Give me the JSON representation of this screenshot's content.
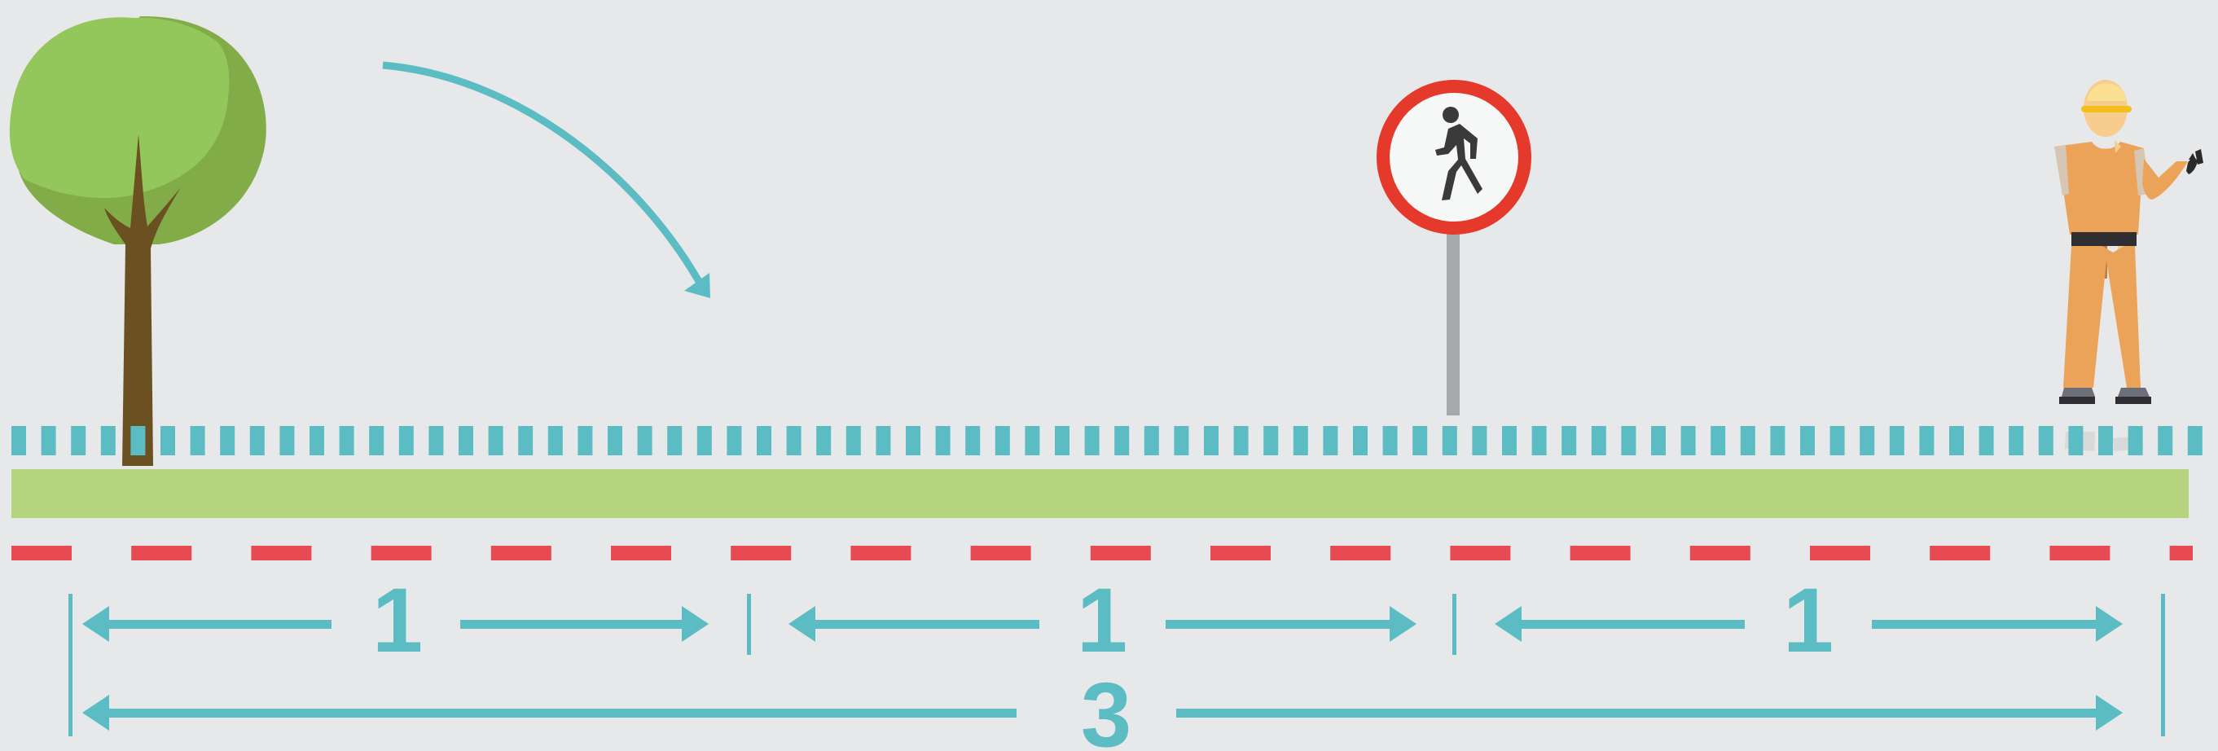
{
  "colors": {
    "background": "#e7e8e9",
    "teal": "#5bbcc4",
    "grass": "#b5d47d",
    "red_dash": "#e84a54",
    "sign_ring": "#e5392b",
    "sign_face": "#f6f7f7",
    "pole": "#a7a8aa",
    "tree_light": "#93c75b",
    "tree_dark": "#81ac47",
    "trunk": "#6b5122",
    "worker_skin": "#f8cc8c",
    "worker_uniform": "#eba35a",
    "helmet": "#f4bf1e"
  },
  "icons": [
    "tree-icon",
    "curved-arrow-icon",
    "no-pedestrians-sign-icon",
    "construction-worker-icon"
  ],
  "dimensions": {
    "segment_labels": [
      "1",
      "1",
      "1"
    ],
    "total_label": "3"
  }
}
